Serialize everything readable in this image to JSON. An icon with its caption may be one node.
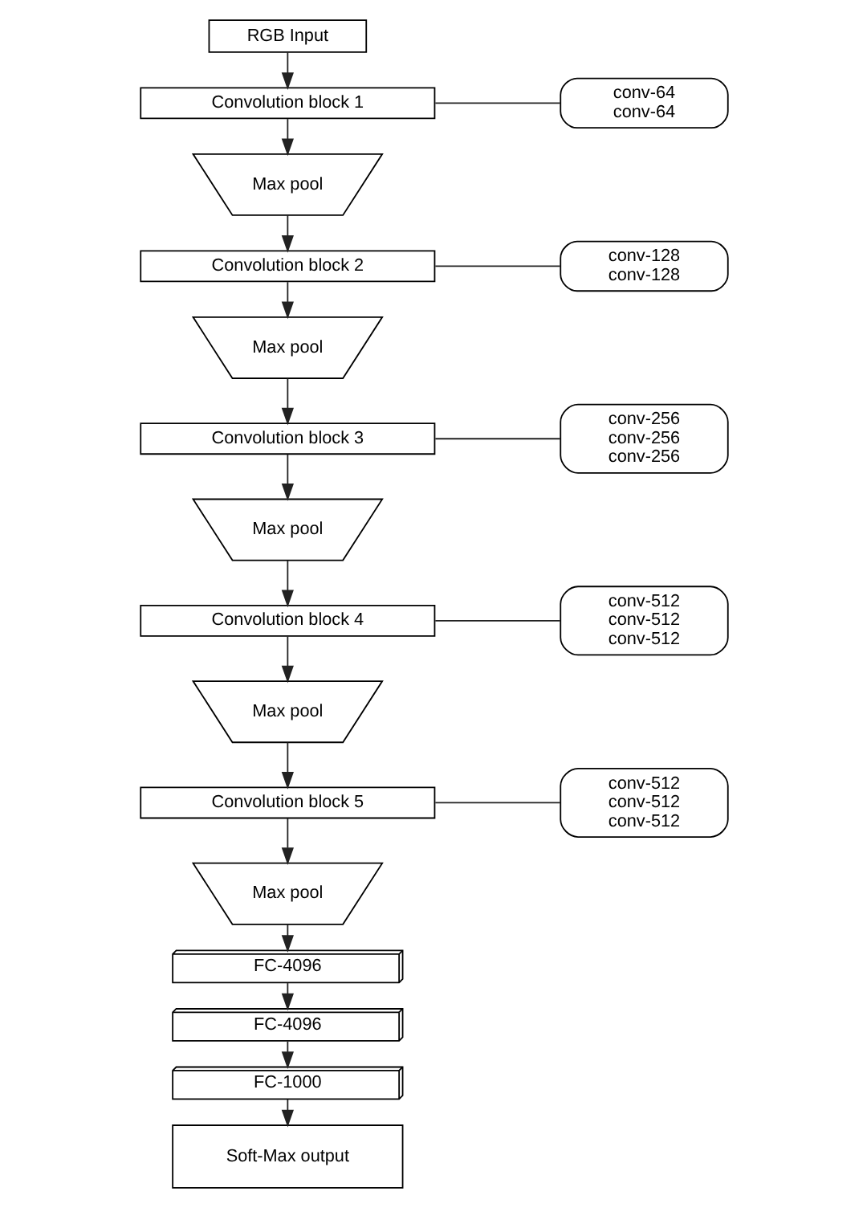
{
  "diagram": {
    "nodes": [
      {
        "text": [
          "RGB Input"
        ]
      },
      {
        "text": [
          "Convolution block 1"
        ]
      },
      {
        "text": [
          "Max pool"
        ]
      },
      {
        "text": [
          "Convolution block 2"
        ]
      },
      {
        "text": [
          "Max pool"
        ]
      },
      {
        "text": [
          "Convolution block 3"
        ]
      },
      {
        "text": [
          "Max pool"
        ]
      },
      {
        "text": [
          "Convolution block 4"
        ]
      },
      {
        "text": [
          "Max pool"
        ]
      },
      {
        "text": [
          "Convolution block 5"
        ]
      },
      {
        "text": [
          "Max pool"
        ]
      },
      {
        "text": [
          "FC-4096"
        ]
      },
      {
        "text": [
          "FC-4096"
        ]
      },
      {
        "text": [
          "FC-1000"
        ]
      },
      {
        "text": [
          "Soft-Max output"
        ]
      },
      {
        "text": [
          "conv-64",
          "conv-64"
        ]
      },
      {
        "text": [
          "conv-128",
          "conv-128"
        ]
      },
      {
        "text": [
          "conv-256",
          "conv-256",
          "conv-256"
        ]
      },
      {
        "text": [
          "conv-512",
          "conv-512",
          "conv-512"
        ]
      },
      {
        "text": [
          "conv-512",
          "conv-512",
          "conv-512"
        ]
      }
    ],
    "edges": [
      {
        "from": 0,
        "to": 1,
        "arrow": "to"
      },
      {
        "from": 1,
        "to": 2,
        "arrow": "to"
      },
      {
        "from": 2,
        "to": 3,
        "arrow": "to"
      },
      {
        "from": 3,
        "to": 4,
        "arrow": "to"
      },
      {
        "from": 4,
        "to": 5,
        "arrow": "to"
      },
      {
        "from": 5,
        "to": 6,
        "arrow": "to"
      },
      {
        "from": 6,
        "to": 7,
        "arrow": "to"
      },
      {
        "from": 7,
        "to": 8,
        "arrow": "to"
      },
      {
        "from": 8,
        "to": 9,
        "arrow": "to"
      },
      {
        "from": 9,
        "to": 10,
        "arrow": "to"
      },
      {
        "from": 10,
        "to": 11,
        "arrow": "to"
      },
      {
        "from": 11,
        "to": 12,
        "arrow": "to"
      },
      {
        "from": 12,
        "to": 13,
        "arrow": "to"
      },
      {
        "from": 13,
        "to": 14,
        "arrow": "to"
      },
      {
        "from": 1,
        "to": 15,
        "arrow": "none"
      },
      {
        "from": 3,
        "to": 16,
        "arrow": "none"
      },
      {
        "from": 5,
        "to": 17,
        "arrow": "none"
      },
      {
        "from": 7,
        "to": 18,
        "arrow": "none"
      },
      {
        "from": 9,
        "to": 19,
        "arrow": "none"
      }
    ]
  }
}
